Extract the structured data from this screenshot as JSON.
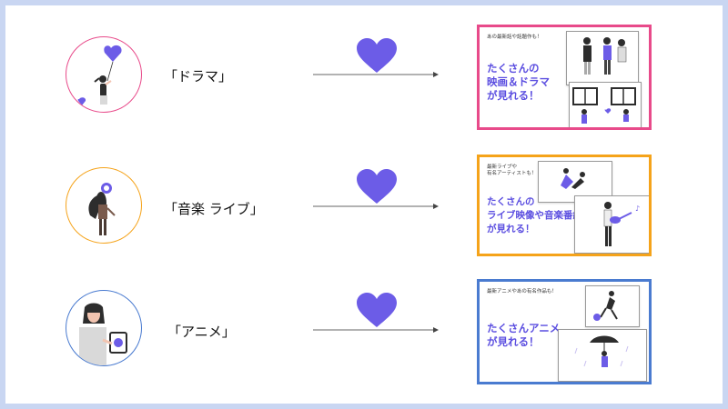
{
  "colors": {
    "accent": "#6c5ce7",
    "drama_border": "#e84a8a",
    "music_border": "#f5a31a",
    "anime_border": "#4a7bd0",
    "background": "#c9d6f2"
  },
  "rows": [
    {
      "label": "「ドラマ」",
      "card_small": "あの最新話や話題作も！",
      "card_big": "たくさんの\n映画＆ドラマ\nが見れる！"
    },
    {
      "label": "「音楽 ライブ」",
      "card_small": "最新ライブや\n有名アーティストも！",
      "card_big": "たくさんの\nライブ映像や音楽番組\nが見れる！"
    },
    {
      "label": "「アニメ」",
      "card_small": "最新アニメやあの有名作品も！",
      "card_big": "たくさんアニメ\nが見れる！"
    }
  ],
  "icons": [
    "heart-icon",
    "arrow-right-icon"
  ]
}
